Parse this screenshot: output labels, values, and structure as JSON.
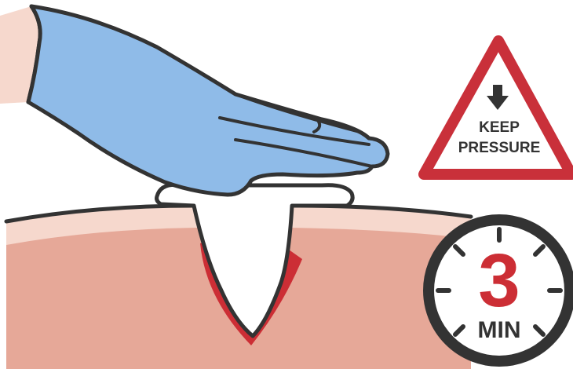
{
  "warning_sign": {
    "line1": "KEEP",
    "line2": "PRESSURE",
    "icon": "arrow-down-icon"
  },
  "timer": {
    "number": "3",
    "unit": "MIN",
    "icon": "stopwatch-icon"
  },
  "colors": {
    "glove": "#8fbbe8",
    "skin_light": "#f6d8cd",
    "skin_deep": "#e6a898",
    "blood": "#cc2e35",
    "outline": "#333333"
  }
}
